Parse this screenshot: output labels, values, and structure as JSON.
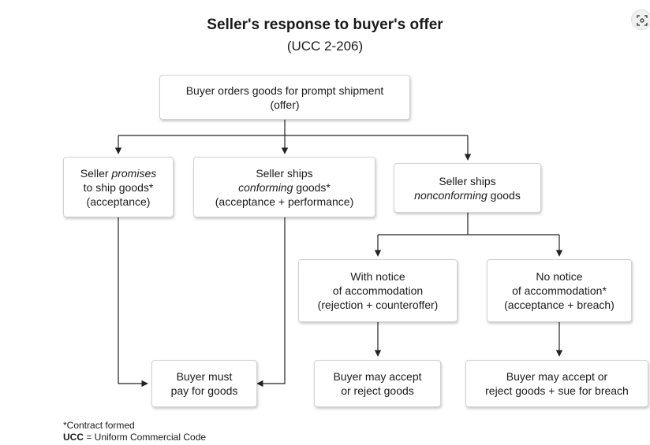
{
  "title": "Seller's response to buyer's offer",
  "subtitle": "(UCC 2-206)",
  "nodes": {
    "offer": {
      "line1": "Buyer orders goods for prompt shipment",
      "line2": "(offer)"
    },
    "promise": {
      "pre": "Seller ",
      "em": "promises",
      "line2": "to ship goods*",
      "line3": "(acceptance)"
    },
    "conforming": {
      "line1": "Seller ships",
      "em": "conforming",
      "post": " goods*",
      "line3": "(acceptance + performance)"
    },
    "nonconforming": {
      "line1": "Seller ships",
      "em": "nonconforming",
      "post": " goods"
    },
    "with_notice": {
      "line1": "With notice",
      "line2": "of accommodation",
      "line3": "(rejection + counteroffer)"
    },
    "no_notice": {
      "line1": "No notice",
      "line2": "of accommodation*",
      "line3": "(acceptance + breach)"
    },
    "must_pay": {
      "line1": "Buyer must",
      "line2": "pay for goods"
    },
    "accept_reject": {
      "line1": "Buyer may accept",
      "line2": "or reject goods"
    },
    "accept_reject_sue": {
      "line1": "Buyer may accept or",
      "line2": "reject goods + sue for breach"
    }
  },
  "footnote": {
    "contract_formed": "*Contract formed",
    "ucc_abbr": "UCC",
    "ucc_def": " = Uniform Commercial Code"
  },
  "colors": {
    "line": "#222222",
    "box_border": "#d2d2d2"
  },
  "icons": {
    "corner_button": "screen-capture-icon"
  }
}
